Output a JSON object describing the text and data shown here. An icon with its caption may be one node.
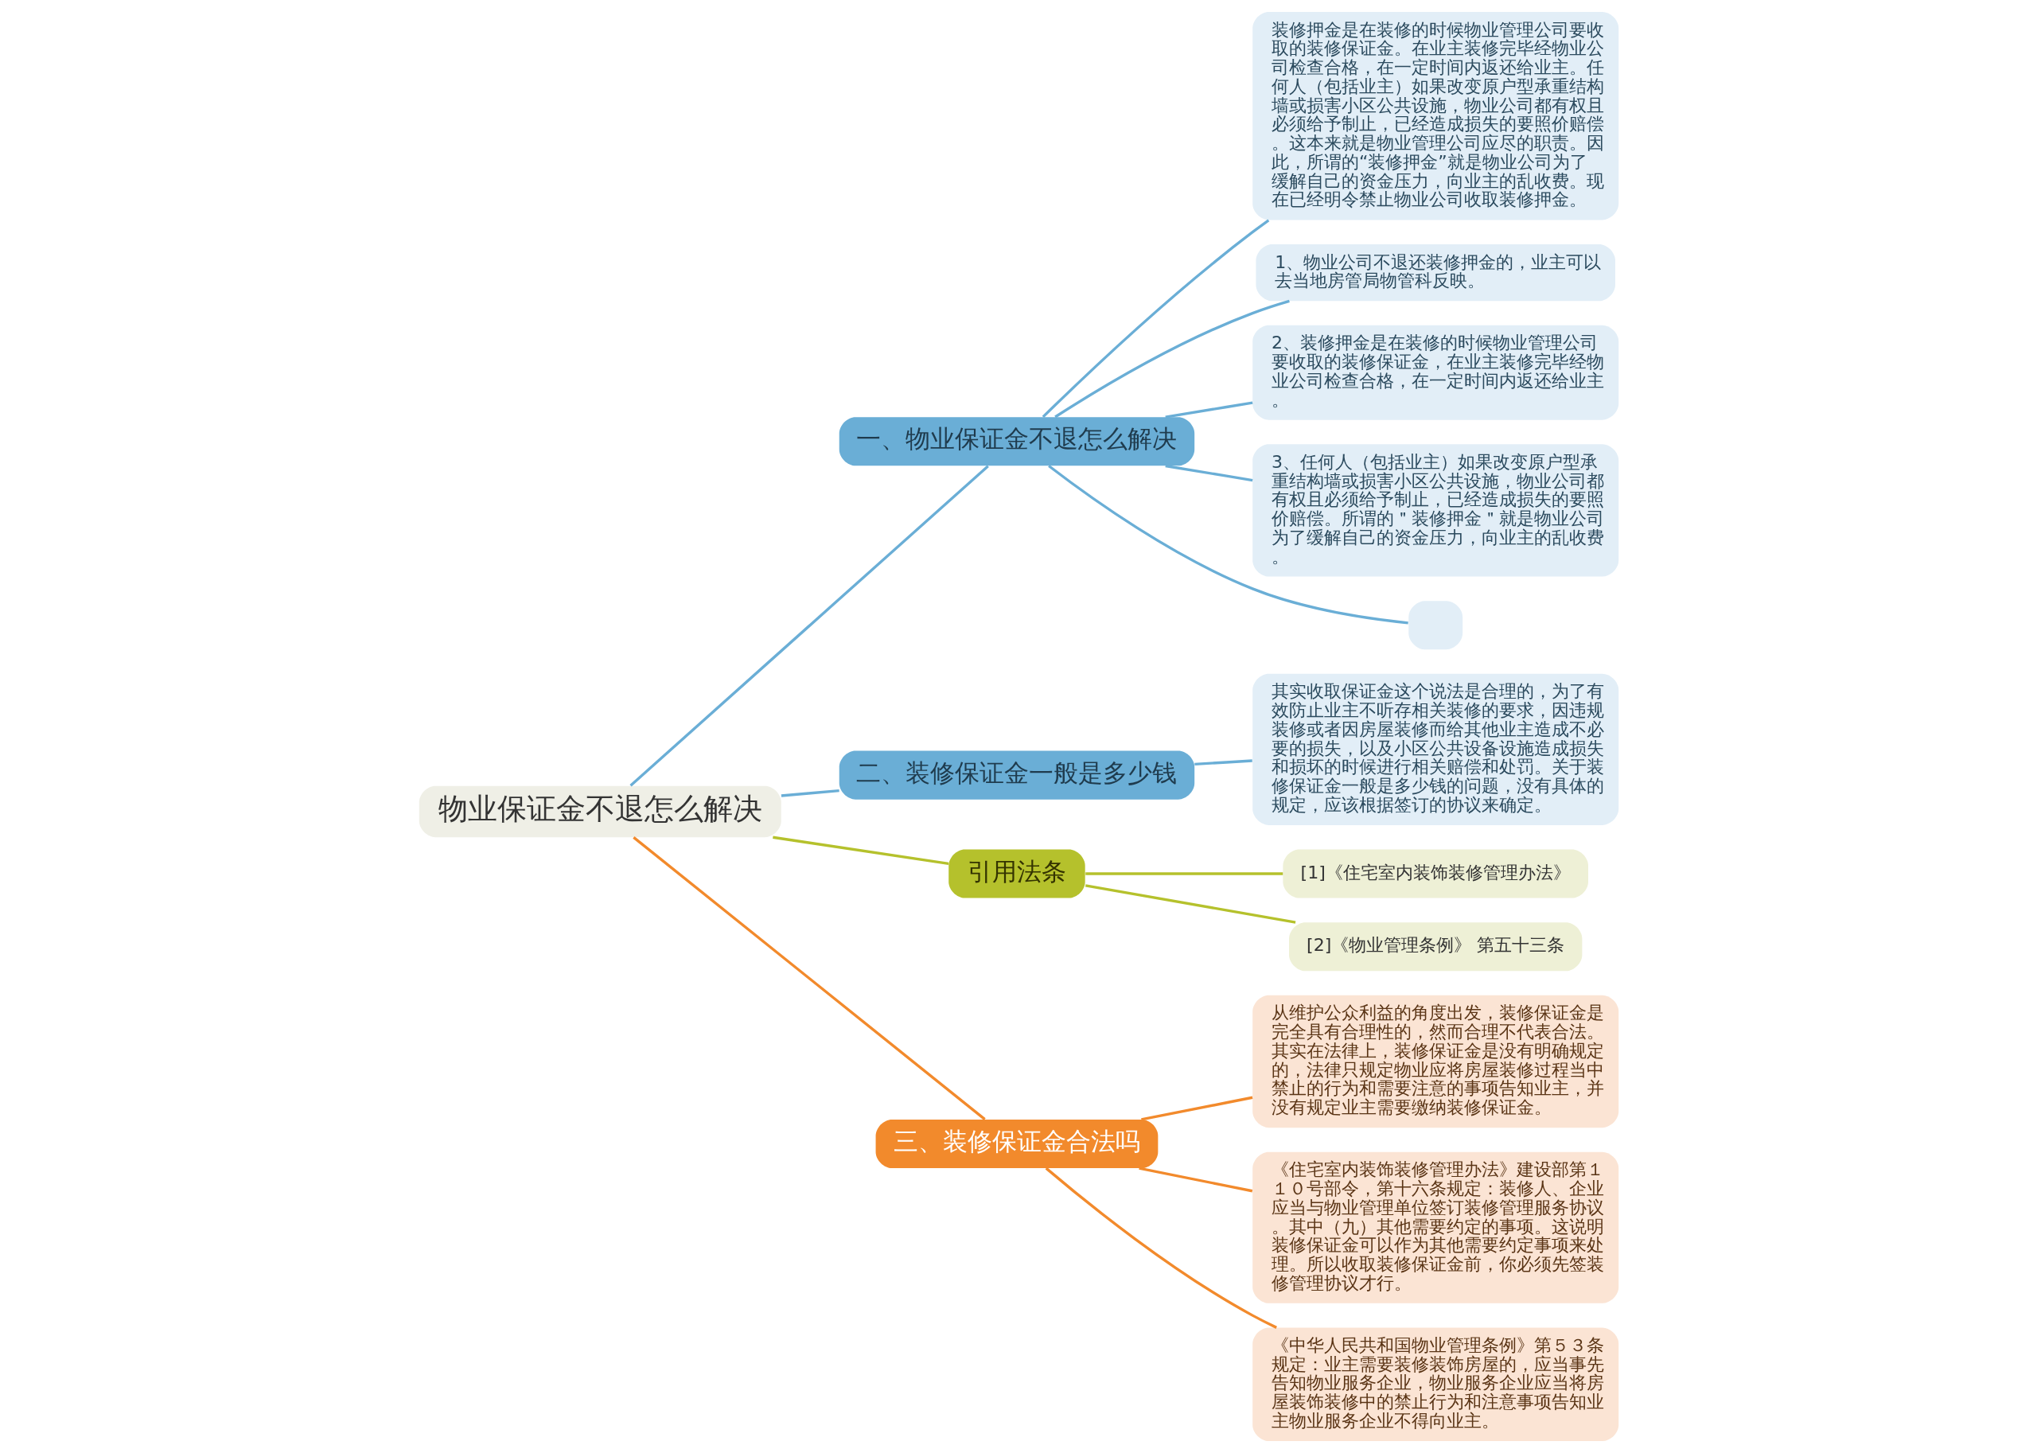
{
  "diagram": {
    "nodes": [
      {
        "text": [
          "物业保证金不退怎么解决"
        ]
      },
      {
        "text": [
          "一、物业保证金不退怎么解决"
        ]
      },
      {
        "text": [
          "装修押金是在装修的时候物业管理公司要收取的装修保证金。在业主装修完毕经物业公司检查合格，在一定时间内返还给业主。任何人（包括业主）如果改变原户型承重结构墙或损害小区公共设施，物业公司都有权且必须给予制止，已经造成损失的要照价赔偿。这本来就是物业管理公司应尽的职责。因此，所谓的“装修押金”就是物业公司为了缓解自己的资金压力，向业主的乱收费。现在已经明令禁止物业公司收取装修押金。"
        ]
      },
      {
        "text": [
          "1、物业公司不退还装修押金的，业主可以去当地房管局物管科反映。"
        ]
      },
      {
        "text": [
          "2、装修押金是在装修的时候物业管理公司要收取的装修保证金，在业主装修完毕经物业公司检查合格，在一定时间内返还给业主。"
        ]
      },
      {
        "text": [
          "3、任何人（包括业主）如果改变原户型承重结构墙或损害小区公共设施，物业公司都有权且必须给予制止，已经造成损失的要照价赔偿。所谓的＂装修押金＂就是物业公司为了缓解自己的资金压力，向业主的乱收费。"
        ]
      },
      {
        "text": [],
        "shape": "box"
      },
      {
        "text": [
          "二、装修保证金一般是多少钱"
        ]
      },
      {
        "text": [
          "其实收取保证金这个说法是合理的，为了有效防止业主不听存相关装修的要求，因违规装修或者因房屋装修而给其他业主造成不必要的损失，以及小区公共设备设施造成损失和损坏的时候进行相关赔偿和处罚。关于装修保证金一般是多少钱的问题，没有具体的规定，应该根据签订的协议来确定。"
        ]
      },
      {
        "text": [
          "引用法条"
        ]
      },
      {
        "text": [
          "[1]《住宅室内装饰装修管理办法》"
        ]
      },
      {
        "text": [
          "[2]《物业管理条例》 第五十三条"
        ]
      },
      {
        "text": [
          "三、装修保证金合法吗"
        ]
      },
      {
        "text": [
          "从维护公众利益的角度出发，装修保证金是完全具有合理性的，然而合理不代表合法。其实在法律上，装修保证金是没有明确规定的，法律只规定物业应将房屋装修过程当中禁止的行为和需要注意的事项告知业主，并没有规定业主需要缴纳装修保证金。"
        ]
      },
      {
        "text": [
          "《住宅室内装饰装修管理办法》建设部第１１０号部令，第十六条规定：装修人、企业应当与物业管理单位签订装修管理服务协议。其中（九）其他需要约定的事项。这说明装修保证金可以作为其他需要约定事项来处理。所以收取装修保证金前，你必须先签装修管理协议才行。"
        ]
      },
      {
        "text": [
          "《中华人民共和国物业管理条例》第５３条规定：业主需要装修装饰房屋的，应当事先告知物业服务企业，物业服务企业应当将房屋装饰装修中的禁止行为和注意事项告知业主物业服务企业不得向业主。"
        ]
      }
    ],
    "edges": [
      {
        "from": 0,
        "to": 1,
        "arrow": "none"
      },
      {
        "from": 1,
        "to": 2,
        "arrow": "none"
      },
      {
        "from": 1,
        "to": 3,
        "arrow": "none"
      },
      {
        "from": 1,
        "to": 4,
        "arrow": "none"
      },
      {
        "from": 1,
        "to": 5,
        "arrow": "none"
      },
      {
        "from": 1,
        "to": 6,
        "arrow": "none"
      },
      {
        "from": 0,
        "to": 7,
        "arrow": "none"
      },
      {
        "from": 7,
        "to": 8,
        "arrow": "none"
      },
      {
        "from": 0,
        "to": 9,
        "arrow": "none",
        "color": "#b5c12c"
      },
      {
        "from": 9,
        "to": 10,
        "arrow": "none",
        "color": "#b5c12c"
      },
      {
        "from": 9,
        "to": 11,
        "arrow": "none",
        "color": "#b5c12c"
      },
      {
        "from": 0,
        "to": 12,
        "arrow": "none",
        "color": "#f28a2c"
      },
      {
        "from": 12,
        "to": 13,
        "arrow": "none",
        "color": "#f28a2c"
      },
      {
        "from": 12,
        "to": 14,
        "arrow": "none",
        "color": "#f28a2c"
      },
      {
        "from": 12,
        "to": 15,
        "arrow": "none",
        "color": "#f28a2c"
      }
    ]
  }
}
